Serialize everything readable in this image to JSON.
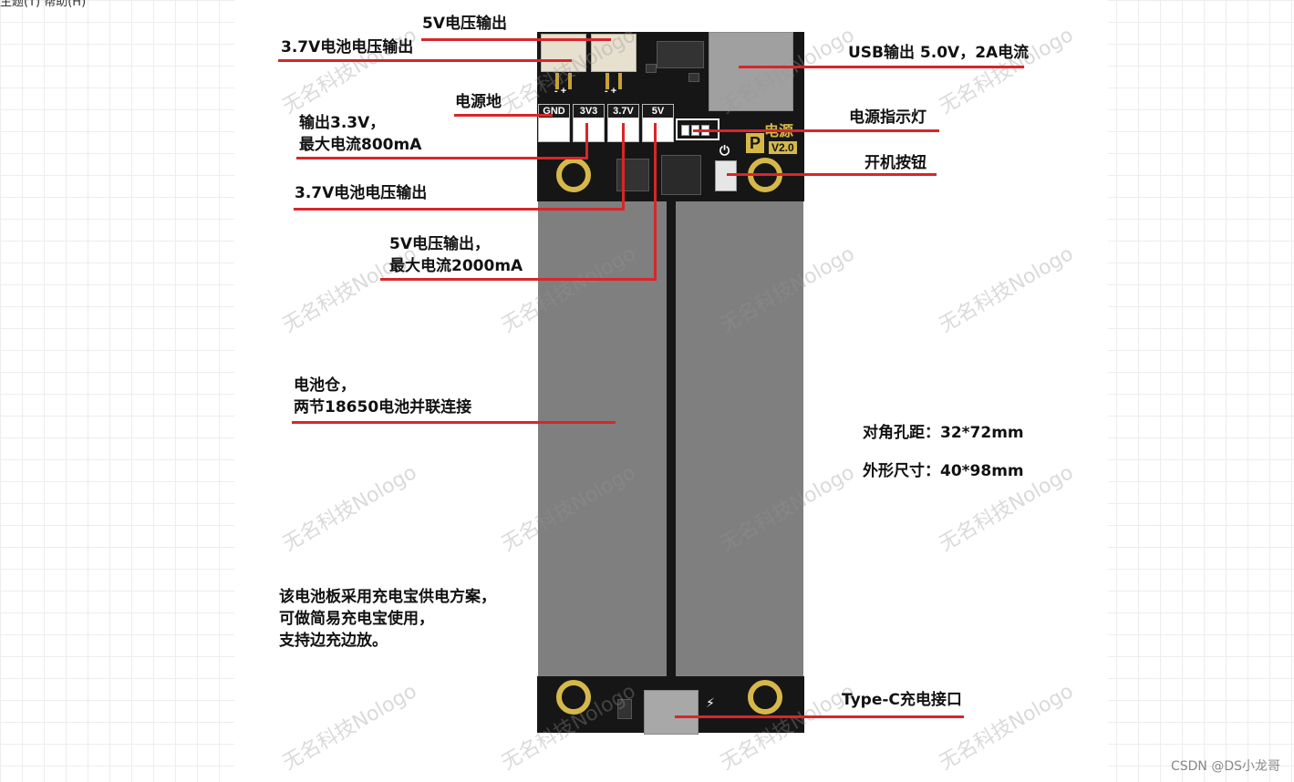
{
  "menu_text": "主题(T)  帮助(H)",
  "labels": {
    "v5_out": "5V电压输出",
    "bat37_out_top": "3.7V电池电压输出",
    "usb_out": "USB输出 5.0V，2A电流",
    "power_gnd": "电源地",
    "out_33": "输出3.3V，\n最大电流800mA",
    "power_indicator": "电源指示灯",
    "power_button": "开机按钮",
    "bat37_out_mid": "3.7V电池电压输出",
    "v5_out_2000": "5V电压输出，\n最大电流2000mA",
    "battery_bay": "电池仓，\n两节18650电池并联连接",
    "hole_distance": "对角孔距：32*72mm",
    "dimensions": "外形尺寸：40*98mm",
    "scheme_note": "该电池板采用充电宝供电方案，\n可做简易充电宝使用，\n支持边充边放。",
    "typec": "Type-C充电接口"
  },
  "pads": [
    "GND",
    "3V3",
    "3.7V",
    "5V"
  ],
  "board_mark": "电源",
  "board_version": "V2.0",
  "board_logo": "P",
  "connector_marks": [
    "- +",
    "- +"
  ],
  "watermark": "无名科技Nologo",
  "footer": "CSDN @DS小龙哥",
  "colors": {
    "callout_line": "#d8262b",
    "board": "#161616",
    "battery": "#7f7f7f",
    "hole_ring": "#d6b84a"
  }
}
